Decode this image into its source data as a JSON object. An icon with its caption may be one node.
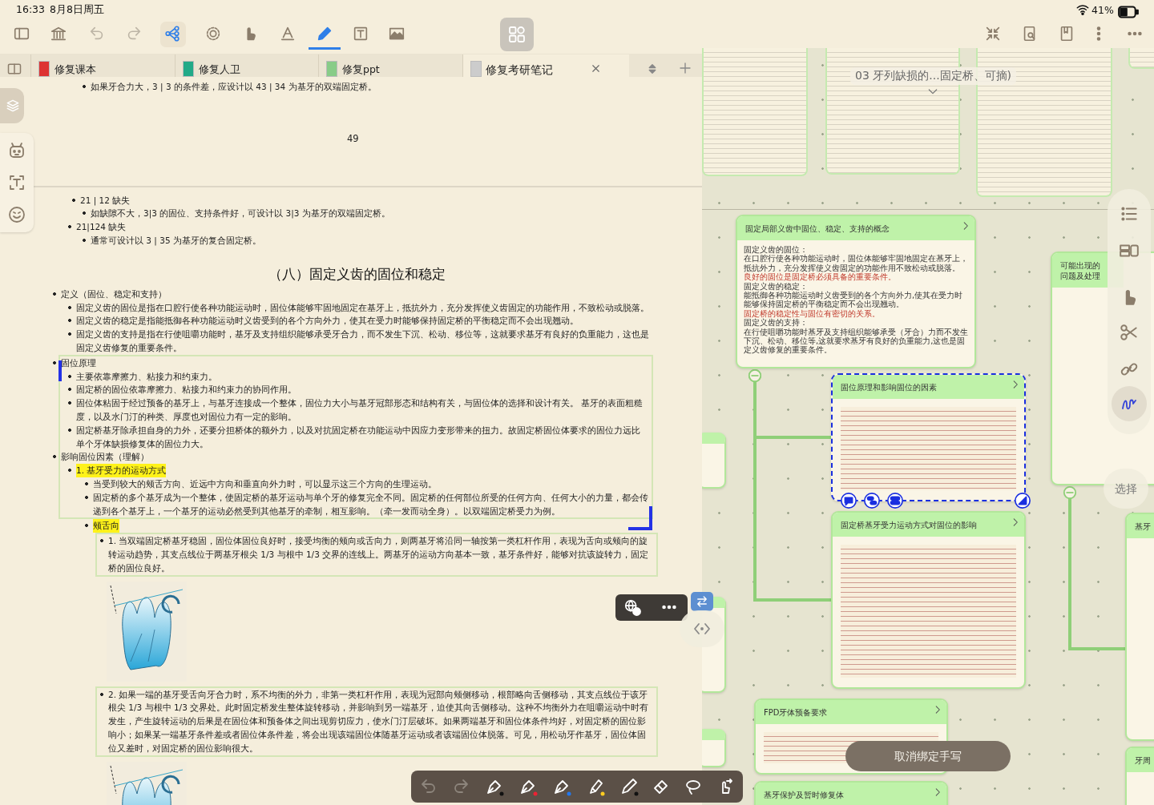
{
  "diagram": {
    "nodes": [
      {
        "text": [
          "固定局部义齿中固位、稳定、支持的概念",
          "固定义齿的固位：",
          "在口腔行使各种功能运动时，固位体能够牢固地固定在基牙上，抵抗外力，充分发挥使义齿固定的功能作用不致松动或脱落。",
          "良好的固位是固定桥必须具备的重要条件。",
          "固定义齿的稳定：",
          "能抵御各种功能运动时义齿受到的各个方向外力,使其在受力时能够保持固定桥的平衡稳定而不会出现翘动。",
          "固定桥的稳定性与固位有密切的关系。",
          "固定义齿的支持：",
          "在行使咀嚼功能时基牙及支持组织能够承受（牙合）力而不发生下沉、松动、移位等,这就要求基牙有良好的负重能力,这也是固定义齿修复的重要条件。"
        ]
      },
      {
        "text": [
          "固位原理和影响固位的因素"
        ]
      },
      {
        "text": [
          "固定桥基牙受力运动方式对固位的影响"
        ]
      },
      {
        "text": [
          "FPD牙体预备要求"
        ]
      },
      {
        "text": [
          "基牙保护及暂时修复体"
        ]
      },
      {
        "text": [
          "可能出现的问题及处理"
        ]
      },
      {
        "text": [
          "基牙"
        ]
      },
      {
        "text": [
          "牙周"
        ]
      },
      {
        "text": [],
        "shape": "box"
      },
      {
        "text": [],
        "shape": "box"
      },
      {
        "text": [],
        "shape": "box"
      }
    ],
    "edges": [
      {
        "from": 0,
        "to": 1,
        "arrow": "other"
      },
      {
        "from": 0,
        "to": 2,
        "arrow": "other"
      },
      {
        "from": 5,
        "to": 6,
        "arrow": "other"
      }
    ],
    "labels": [
      "16:33",
      "8月8日周五",
      "41%",
      "修复课本",
      "修复人卫",
      "修复ppt",
      "修复考研笔记",
      "如果牙合力大，3 | 3 的条件差，应设计以 43 | 34 为基牙的双端固定桥。",
      "49",
      "21 | 12 缺失",
      "如缺隙不大，3|3 的固位、支持条件好，可设计以 3|3 为基牙的双端固定桥。",
      "21|124 缺失",
      "通常可设计以 3 | 35 为基牙的复合固定桥。",
      "（八）固定义齿的固位和稳定",
      "定义（固位、稳定和支持）",
      "固定义齿的固位是指在口腔行使各种功能运动时，固位体能够牢固地固定在基牙上，抵抗外力，充分发挥使义齿固定的功能作用，不致松动或脱落。",
      "固定义齿的稳定是指能抵御各种功能运动时义齿受到的各个方向外力，使其在受力时能够保持固定桥的平衡稳定而不会出现翘动。",
      "固定义齿的支持是指在行使咀嚼功能时，基牙及支持组织能够承受牙合力，而不发生下沉、松动、移位等，这就要求基牙有良好的负重能力，这也是固定义齿修复的重要条件。",
      "固位原理",
      "主要依靠摩擦力、粘接力和约束力。",
      "固定桥的固位依靠摩擦力、粘接力和约束力的协同作用。",
      "固位体粘固于经过预备的基牙上，与基牙连接成一个整体，固位力大小与基牙冠部形态和结构有关，与固位体的选择和设计有关。 基牙的表面粗糙度，以及水门汀的种类、厚度也对固位力有一定的影响。",
      "固定桥基牙除承担自身的力外，还要分担桥体的额外力，以及对抗固定桥在功能运动中因应力变形带来的扭力。故固定桥固位体要求的固位力远比单个牙体缺损修复体的固位力大。",
      "影响固位因素（理解）",
      "1. 基牙受力的运动方式",
      "当受到较大的颊舌方向、近远中方向和垂直向外力时，可以显示这三个方向的生理运动。",
      "固定桥的多个基牙成为一个整体，使固定桥的基牙运动与单个牙的修复完全不同。固定桥的任何部位所受的任何方向、任何大小的力量，都会传递到各个基牙上，一个基牙的运动必然受到其他基牙的牵制，相互影响。（牵一发而动全身）。以双端固定桥受力为例。",
      "颊舌向",
      "1. 当双端固定桥基牙稳固，固位体固位良好时，接受均衡的颊向或舌向力，则两基牙将沿同一轴按第一类杠杆作用，表现为舌向或颊向的旋转运动趋势，其支点线位于两基牙根尖 1/3 与根中 1/3 交界的连线上。两基牙的运动方向基本一致，基牙条件好，能够对抗该旋转力，固定桥的固位良好。",
      "2. 如果一端的基牙受舌向牙合力时，系不均衡的外力，非第一类杠杆作用，表现为冠部向颊侧移动，根部略向舌侧移动，其支点线位于该牙根尖 1/3 与根中 1/3 交界处。此时固定桥发生整体旋转移动，并影响到另一端基牙，迫使其向舌侧移动。这种不均衡外力在咀嚼运动中时有发生，产生旋转运动的后果是在固位体和预备体之间出现剪切应力，使水门汀层破坏。如果两端基牙和固位体条件均好，对固定桥的固位影响小；如果某一端基牙条件差或者固位体条件差，将会出现该端固位体随基牙运动或者该端固位体脱落。可见，用松动牙作基牙，固位体固位又差时，对固定桥的固位影响很大。",
      "03 牙列缺损的...固定桥、可摘)",
      "选择",
      "取消绑定手写"
    ]
  }
}
